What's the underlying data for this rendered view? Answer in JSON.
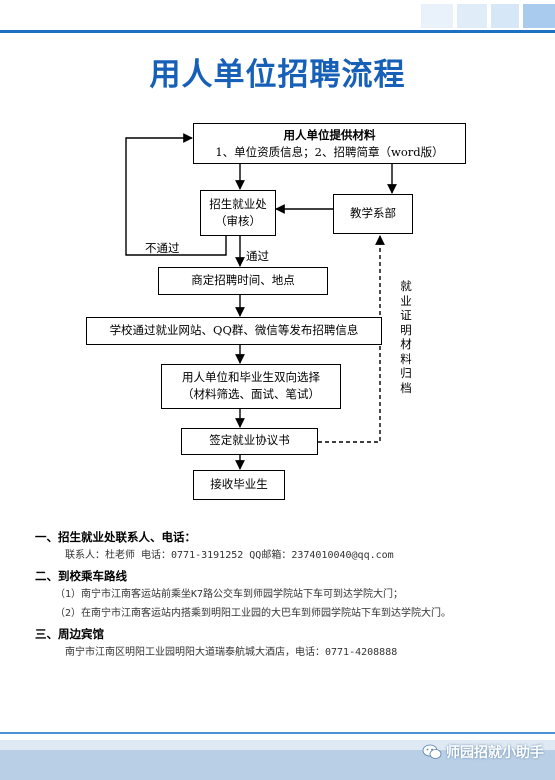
{
  "page": {
    "title": "用人单位招聘流程"
  },
  "flow": {
    "step1_title": "用人单位提供材料",
    "step1_detail": "1、单位资质信息；2、招聘简章（word版）",
    "step2_title": "招生就业处",
    "step2_sub": "（审核）",
    "dept": "教学系部",
    "label_fail": "不通过",
    "label_pass": "通过",
    "step3": "商定招聘时间、地点",
    "step4": "学校通过就业网站、QQ群、微信等发布招聘信息",
    "step5_title": "用人单位和毕业生双向选择",
    "step5_sub": "（材料筛选、面试、笔试）",
    "step6": "签定就业协议书",
    "step7": "接收毕业生",
    "archive_label": "就业证明材料归档"
  },
  "info": {
    "s1_heading": "一、招生就业处联系人、电话：",
    "s1_text": "联系人：杜老师 电话：0771-3191252  QQ邮箱：2374010040@qq.com",
    "s2_heading": "二、到校乘车路线",
    "s2_line1": "（1）南宁市江南客运站前乘坐K7路公交车到师园学院站下车可到达学院大门；",
    "s2_line2": "（2）在南宁市江南客运站内搭乘到明阳工业园的大巴车到师园学院站下车到达学院大门。",
    "s3_heading": "三、周边宾馆",
    "s3_text": "南宁市江南区明阳工业园明阳大道瑞泰航城大酒店，电话：0771-4208888"
  },
  "watermark": {
    "text": "师园招就小助手",
    "icon": "wechat-icon"
  },
  "colors": {
    "title": "#1760b8",
    "accent_line": "#1b6fc4",
    "band_light": "#dfe9f3"
  }
}
